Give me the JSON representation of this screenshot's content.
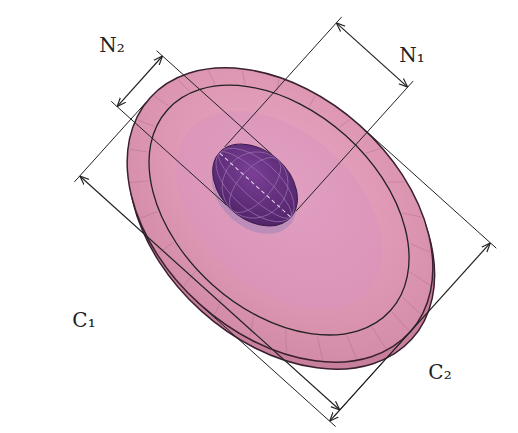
{
  "diagram": {
    "labels": [
      "N₂",
      "N₁",
      "C₁",
      "C₂"
    ]
  }
}
